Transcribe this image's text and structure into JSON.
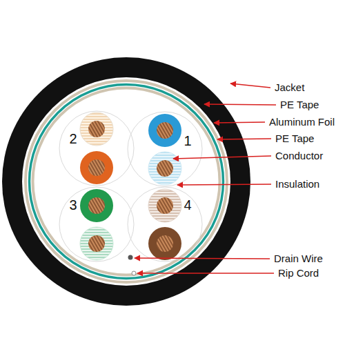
{
  "diagram": {
    "labels": [
      "Jacket",
      "PE Tape",
      "Aluminum Foil",
      "PE Tape",
      "Conductor",
      "Insulation",
      "2",
      "1",
      "3",
      "4",
      "Drain Wire",
      "Rip Cord"
    ]
  }
}
